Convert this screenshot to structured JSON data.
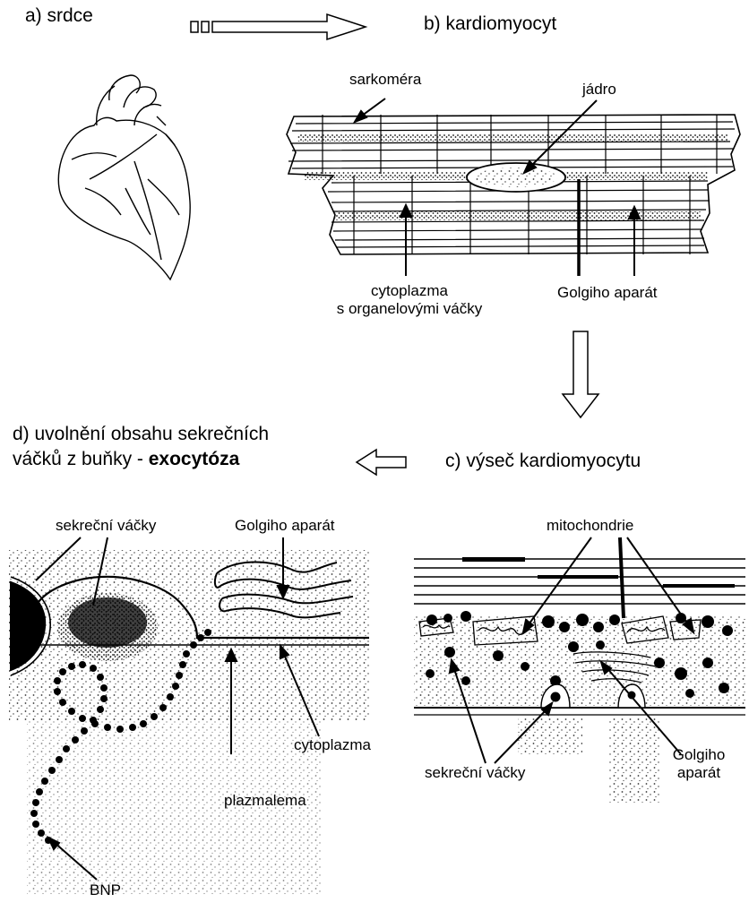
{
  "panels": {
    "a": {
      "title": "a) srdce"
    },
    "b": {
      "title": "b) kardiomyocyt",
      "labels": {
        "sarkomera": "sarkoméra",
        "jadro": "jádro",
        "cytoplazma_line1": "cytoplazma",
        "cytoplazma_line2": "s organelovými váčky",
        "golgi": "Golgiho aparát"
      }
    },
    "c": {
      "title": "c) výseč kardiomyocytu",
      "labels": {
        "mitochondrie": "mitochondrie",
        "sekrecni_vacky": "sekreční váčky",
        "golgi_line1": "Golgiho",
        "golgi_line2": "aparát"
      }
    },
    "d": {
      "title_line1": "d) uvolnění obsahu sekrečních",
      "title_line2_prefix": "váčků z buňky - ",
      "title_line2_emph": "exocytóza",
      "labels": {
        "sekrecni_vacky": "sekreční váčky",
        "golgi": "Golgiho aparát",
        "cytoplazma": "cytoplazma",
        "plazmalema": "plazmalema",
        "bnp": "BNP"
      }
    }
  },
  "colors": {
    "ink": "#000000",
    "background": "#ffffff",
    "stipple": "#555555"
  }
}
